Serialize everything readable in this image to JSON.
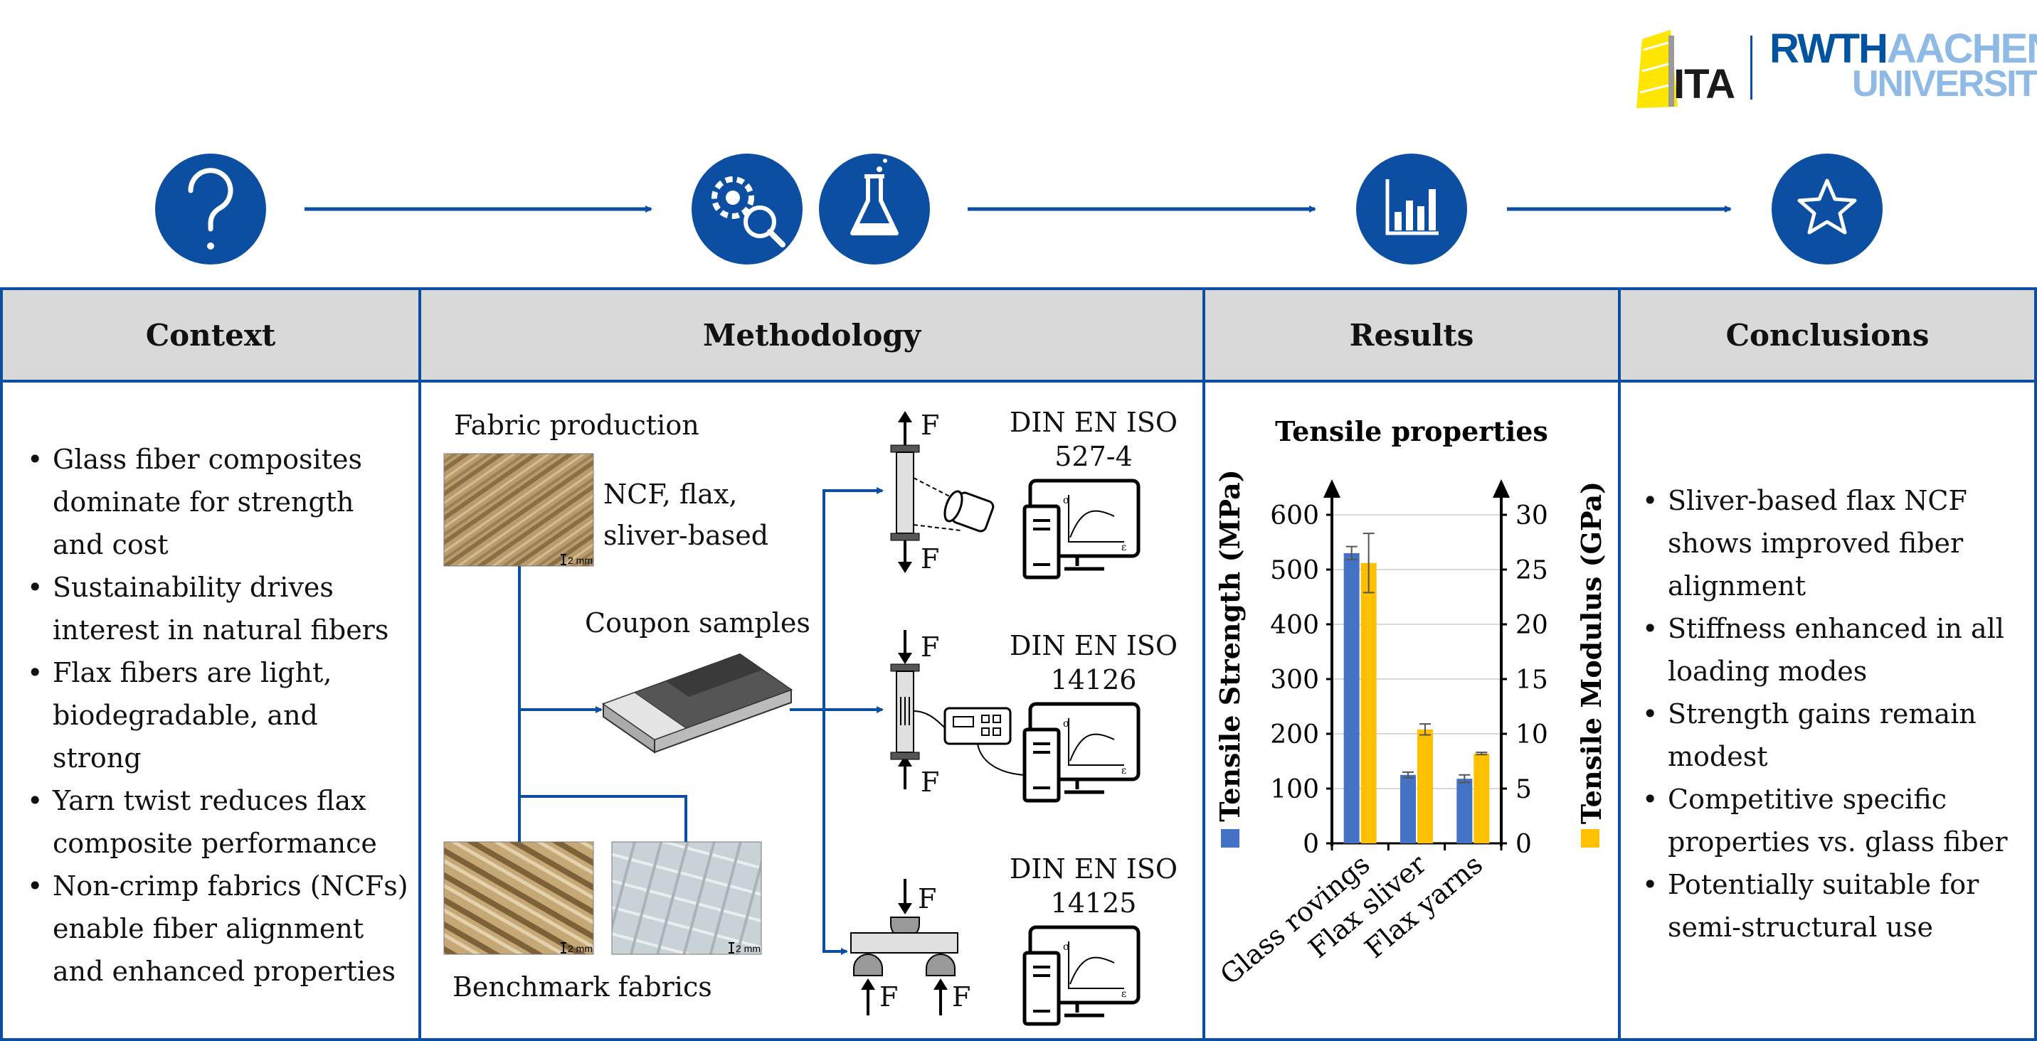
{
  "logos": {
    "ita": "ITA",
    "rwth_line1": "RWTH",
    "rwth_line1_b": "AACHEN",
    "rwth_line2": "UNIVERSITY"
  },
  "colors": {
    "blue": "#0b4ea2",
    "header_bg": "#d9d9d9",
    "bar_blue": "#4472c4",
    "bar_yellow": "#ffc000"
  },
  "icons": [
    "question-icon",
    "gear-search-icon",
    "flask-icon",
    "bar-chart-icon",
    "star-icon"
  ],
  "headers": {
    "context": "Context",
    "methodology": "Methodology",
    "results": "Results",
    "conclusions": "Conclusions"
  },
  "context": {
    "bullets": [
      "Glass fiber composites dominate for strength and cost",
      "Sustainability drives interest in natural fibers",
      "Flax fibers are light, biodegradable, and strong",
      "Yarn twist reduces flax composite performance",
      "Non-crimp fabrics (NCFs) enable fiber alignment and enhanced properties"
    ]
  },
  "methodology": {
    "fabric_production": "Fabric production",
    "ncf_label": "NCF, flax,\nsliver-based",
    "coupon_samples": "Coupon samples",
    "benchmark_fabrics": "Benchmark fabrics",
    "scale_label": "2 mm",
    "force_label": "F",
    "tests": [
      {
        "standard_l1": "DIN EN ISO",
        "standard_l2": "527-4"
      },
      {
        "standard_l1": "DIN EN ISO",
        "standard_l2": "14126"
      },
      {
        "standard_l1": "DIN EN ISO",
        "standard_l2": "14125"
      }
    ],
    "plot_axis_sigma": "σ",
    "plot_axis_eps": "ε"
  },
  "chart_data": {
    "type": "bar",
    "title": "Tensile properties",
    "categories": [
      "Glass rovings",
      "Flax sliver",
      "Flax yarns"
    ],
    "series": [
      {
        "name": "Tensile Strength (MPa)",
        "axis": "left",
        "color": "#4472c4",
        "values": [
          530,
          125,
          118
        ],
        "errors": [
          12,
          5,
          7
        ]
      },
      {
        "name": "Tensile Modulus (GPa)",
        "axis": "right",
        "color": "#ffc000",
        "values": [
          25.6,
          10.4,
          8.2
        ],
        "errors": [
          2.7,
          0.5,
          0.1
        ]
      }
    ],
    "ylabel": "Tensile Strength (MPa)",
    "ylabel_right": "Tensile Modulus (GPa)",
    "ylim": [
      0,
      600
    ],
    "ylim_right": [
      0,
      30
    ],
    "yticks": [
      0,
      100,
      200,
      300,
      400,
      500,
      600
    ],
    "yticks_right": [
      0,
      5,
      10,
      15,
      20,
      25,
      30
    ],
    "grid": true
  },
  "conclusions": {
    "bullets": [
      "Sliver-based flax NCF shows improved fiber alignment",
      "Stiffness enhanced in all loading modes",
      "Strength gains remain modest",
      "Competitive specific properties vs. glass fiber",
      "Potentially suitable for semi-structural use"
    ]
  }
}
